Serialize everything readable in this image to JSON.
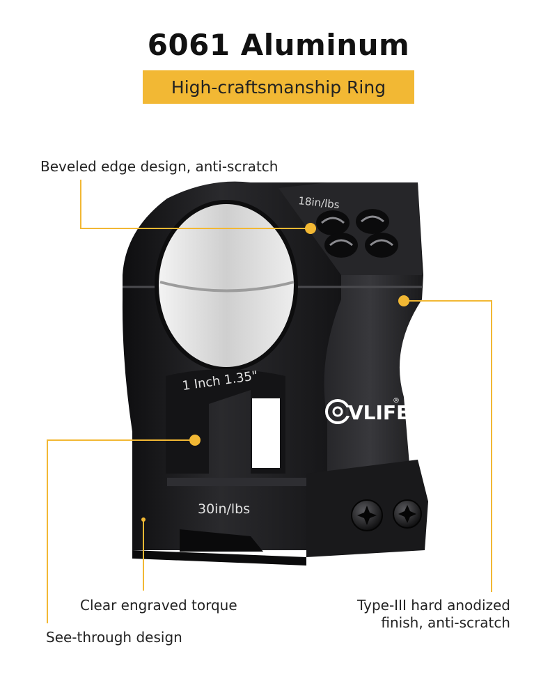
{
  "header": {
    "title": "6061 Aluminum",
    "subtitle": "High-craftsmanship Ring"
  },
  "callouts": {
    "bevel": "Beveled edge design, anti-scratch",
    "torque": "Clear engraved torque",
    "see_through": "See-through design",
    "anodized": "Type-III hard anodized finish, anti-scratch"
  },
  "product": {
    "top_torque": "18in/lbs",
    "size_engraving": "1 Inch 1.35\"",
    "base_torque": "30in/lbs",
    "brand_text": "VLIFE",
    "registered_mark": "®"
  },
  "colors": {
    "accent": "#f2b834",
    "metal": "#1c1c1e"
  },
  "icons": {
    "brand_logo": "cvlife-logo-icon",
    "screws": "torx-screw-icon"
  }
}
